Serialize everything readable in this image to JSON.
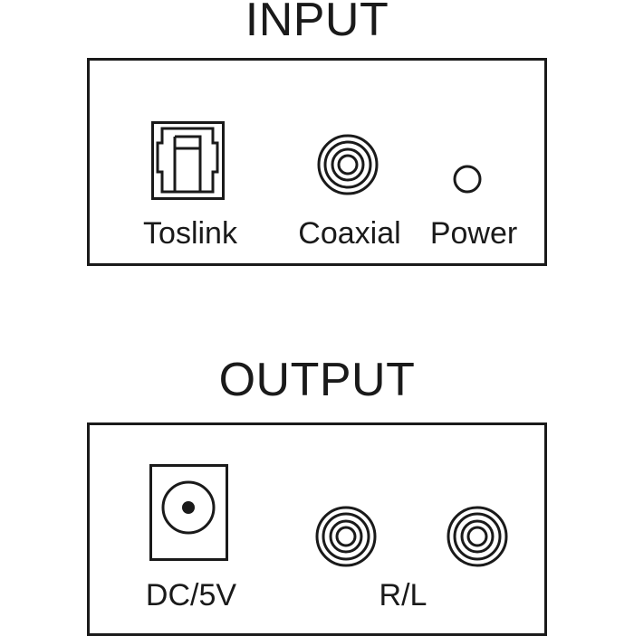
{
  "input": {
    "title": "INPUT",
    "ports": [
      {
        "id": "toslink",
        "label": "Toslink",
        "icon": "optical-port-icon"
      },
      {
        "id": "coaxial",
        "label": "Coaxial",
        "icon": "rca-jack-icon"
      },
      {
        "id": "power",
        "label": "Power",
        "icon": "led-indicator-icon"
      }
    ]
  },
  "output": {
    "title": "OUTPUT",
    "ports": [
      {
        "id": "dc",
        "label": "DC/5V",
        "icon": "dc-barrel-jack-icon"
      },
      {
        "id": "rl",
        "label": "R/L",
        "icon": "rca-jack-icon"
      }
    ]
  },
  "colors": {
    "line": "#1a1a1a",
    "background": "#ffffff"
  }
}
